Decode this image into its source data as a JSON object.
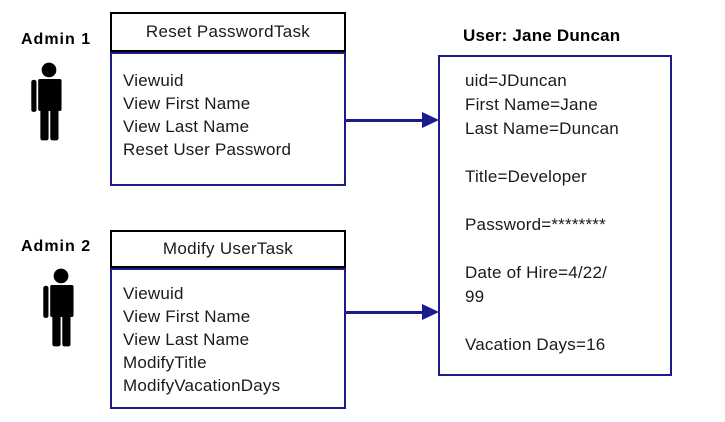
{
  "colors": {
    "accent_navy": "#1b1b8e",
    "box_border_black": "#000000",
    "text": "#1a1a1a",
    "background": "#ffffff"
  },
  "icons": {
    "actor": "person-silhouette"
  },
  "actors": [
    {
      "label": "Admin 1"
    },
    {
      "label": "Admin 2"
    }
  ],
  "tasks": [
    {
      "title": "Reset PasswordTask",
      "operations": [
        "Viewuid",
        "View First Name",
        "View Last Name",
        "Reset User Password"
      ]
    },
    {
      "title": "Modify UserTask",
      "operations": [
        "Viewuid",
        "View First Name",
        "View Last Name",
        "ModifyTitle",
        "ModifyVacationDays"
      ]
    }
  ],
  "user_record": {
    "title": "User: Jane Duncan",
    "lines": [
      "uid=JDuncan",
      "First Name=Jane",
      "Last Name=Duncan",
      "",
      "Title=Developer",
      "",
      "Password=********",
      "",
      "Date of Hire=4/22/",
      "99",
      "",
      "Vacation Days=16"
    ]
  }
}
